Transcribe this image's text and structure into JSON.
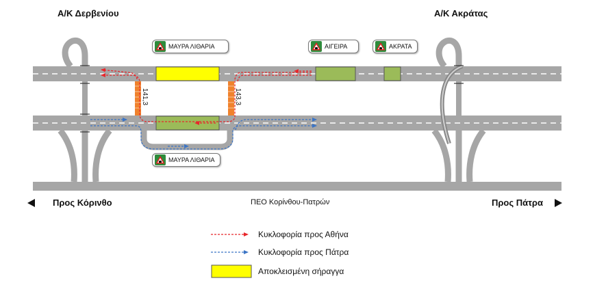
{
  "junctions": {
    "left": "Α/Κ Δερβενίου",
    "right": "Α/Κ Ακράτας"
  },
  "tunnels": {
    "mavra_top": "ΜΑΥΡΑ ΛΙΘΑΡΙΑ",
    "aigeira": "ΑΙΓΕΙΡΑ",
    "akrata": "ΑΚΡΑΤΑ",
    "mavra_bottom": "ΜΑΥΡΑ ΛΙΘΑΡΙΑ"
  },
  "chainage": {
    "left": "141,3",
    "right": "143,3"
  },
  "directions": {
    "left": "Προς Κόρινθο",
    "right": "Προς Πάτρα",
    "road": "ΠΕΟ Κορίνθου-Πατρών"
  },
  "legend": {
    "athens": "Κυκλοφορία προς Αθήνα",
    "patra": "Κυκλοφορία προς Πάτρα",
    "closed": "Αποκλεισμένη σήραγγα"
  },
  "colors": {
    "road": "#a6a6a6",
    "to_athens": "#e8262b",
    "to_patra": "#3b74c5",
    "closed_tunnel": "#ffff00",
    "open_tunnel": "#9bbb59",
    "crossover": "#f0822d",
    "sign_icon_bg": "#2e8b3c",
    "sign_icon_tri": "#e02020"
  }
}
